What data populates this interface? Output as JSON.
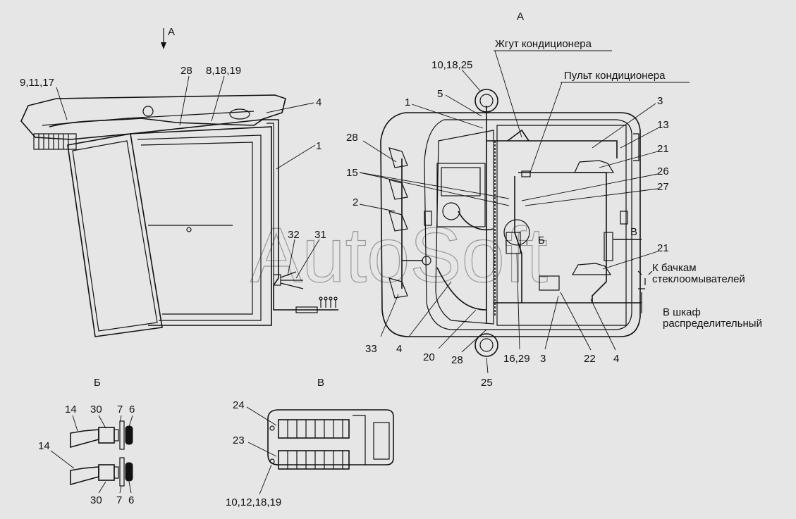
{
  "view_labels": {
    "arrow_a": "А",
    "main_a": "А",
    "detail_b": "Б",
    "detail_v": "В",
    "marker_b": "Б",
    "marker_v": "В"
  },
  "callouts": {
    "left": [
      "9,11,17",
      "28",
      "8,18,19",
      "4",
      "1",
      "32",
      "31"
    ],
    "main": [
      "10,18,25",
      "5",
      "1",
      "28",
      "15",
      "2",
      "3",
      "13",
      "21",
      "26",
      "27",
      "21",
      "33",
      "4",
      "20",
      "28",
      "16,29",
      "3",
      "22",
      "4",
      "25"
    ],
    "detail_b": [
      "14",
      "30",
      "7",
      "6",
      "14",
      "30",
      "7",
      "6"
    ],
    "detail_v": [
      "24",
      "23",
      "10,12,18,19"
    ]
  },
  "notes": {
    "harness": "Жгут кондиционера",
    "panel": "Пульт кондиционера",
    "washer_1": "К бачкам",
    "washer_2": "стеклоомывателей",
    "cabinet_1": "В шкаф",
    "cabinet_2": "распределительный"
  },
  "watermark": "AutoSoft"
}
